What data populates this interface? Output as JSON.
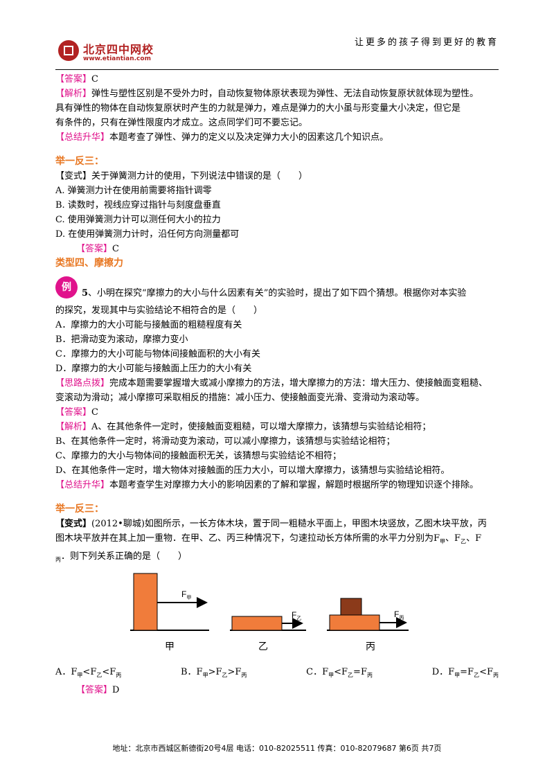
{
  "header": {
    "logo_name": "北京四中网校",
    "logo_url": "www.etiantian.com",
    "slogan": "让更多的孩子得到更好的教育"
  },
  "block1": {
    "answer_tag": "【答案】",
    "answer": "C",
    "analysis_tag": "【解析】",
    "analysis_1": "弹性与塑性区别是不受外力时，自动恢复物体原状表现为弹性、无法自动恢复原状就体现为塑性。",
    "analysis_2": "具有弹性的物体在自动恢复原状时产生的力就是弹力，难点是弹力的大小虽与形变量大小决定，但它是",
    "analysis_3": "有条件的，只有在弹性限度内才成立。这点同学们可不要忘记。",
    "summary_tag": "【总结升华】",
    "summary": "本题考查了弹性、弹力的定义以及决定弹力大小的因素这几个知识点。"
  },
  "ex3a": {
    "heading": "举一反三：",
    "variant_tag": "【变式】",
    "question": "关于弹簧测力计的使用，下列说法中错误的是（　　）",
    "options": [
      "A.  弹簧测力计在使用前需要将指针调零",
      "B.  读数时，视线应穿过指针与刻度盘垂直",
      "C.  使用弹簧测力计可以测任何大小的拉力",
      "D.  在使用弹簧测力计时，沿任何方向测量都可"
    ],
    "answer_tag": "【答案】",
    "answer": "C"
  },
  "section": {
    "title": "类型四、摩擦力"
  },
  "example5": {
    "badge": "例",
    "number": "5",
    "question_1": "、小明在探究“摩擦力的大小与什么因素有关”的实验时，提出了如下四个猜想。根据你对本实验",
    "question_2": "的探究，发现其中与实验结论不相符合的是（　　）",
    "options": [
      "A．摩擦力的大小可能与接触面的粗糙程度有关",
      "B．把滑动变为滚动，摩擦力变小",
      "C．摩擦力的大小可能与物体间接触面积的大小有关",
      "D．摩擦力的大小可能与接触面上压力的大小有关"
    ],
    "hint_tag": "【思路点拨】",
    "hint_1": "完成本题需要掌握增大或减小摩擦力的方法，增大摩擦力的方法：增大压力、使接触面变粗糙、",
    "hint_2": "变滚动为滑动；减小摩擦可采取相反的措施：减小压力、使接触面变光滑、变滑动为滚动等。",
    "answer_tag": "【答案】",
    "answer": "C",
    "analysis_tag": "【解析】",
    "analysis": [
      "A、在其他条件一定时，使接触面变粗糙，可以增大摩擦力，该猜想与实验结论相符；",
      "B、在其他条件一定时，将滑动变为滚动，可以减小摩擦力，该猜想与实验结论相符；",
      "C、摩擦力的大小与物体间的接触面积无关，该猜想与实验结论不相符；",
      "D、在其他条件一定时，增大物体对接触面的压力大小，可以增大摩擦力，该猜想与实验结论相符。"
    ],
    "summary_tag": "【总结升华】",
    "summary": "本题考查学生对摩擦力大小的影响因素的了解和掌握，解题时根据所学的物理知识逐个排除。"
  },
  "ex3b": {
    "heading": "举一反三：",
    "variant_tag": "【变式】",
    "question_1": "(2012•聊城)如图所示，一长方体木块，置于同一粗糙水平面上，甲图木块竖放，乙图木块平放，丙",
    "question_2": "图木块平放并在其上加一重物．在甲、乙、丙三种情况下，匀速拉动长方体所需的水平力分别为F",
    "question_sub_jia": "甲",
    "question_sep_1": "、F",
    "question_sub_yi": "乙",
    "question_sep_2": "、F",
    "question_3_sub": "丙",
    "question_3": "．则下列关系正确的是（　　）",
    "figure": {
      "force_letter": "F",
      "sub_jia": "甲",
      "sub_yi": "乙",
      "sub_bing": "丙",
      "label_jia": "甲",
      "label_yi": "乙",
      "label_bing": "丙",
      "block_color": "#f07c3b",
      "weight_color": "#8b3a1a"
    },
    "options": [
      {
        "pre": "A．F",
        "s1": "甲",
        "mid1": "<F",
        "s2": "乙",
        "mid2": "<F",
        "s3": "丙"
      },
      {
        "pre": "B．F",
        "s1": "甲",
        "mid1": ">F",
        "s2": "乙",
        "mid2": ">F",
        "s3": "丙"
      },
      {
        "pre": "C．F",
        "s1": "甲",
        "mid1": "<F",
        "s2": "乙",
        "mid2": "=F",
        "s3": "丙"
      },
      {
        "pre": "D．F",
        "s1": "甲",
        "mid1": "=F",
        "s2": "乙",
        "mid2": "<F",
        "s3": "丙"
      }
    ],
    "answer_tag": "【答案】",
    "answer": "D"
  },
  "footer": {
    "text": "地址：北京市西城区新德街20号4层  电话：010-82025511  传真：010-82079687   第6页  共7页"
  }
}
